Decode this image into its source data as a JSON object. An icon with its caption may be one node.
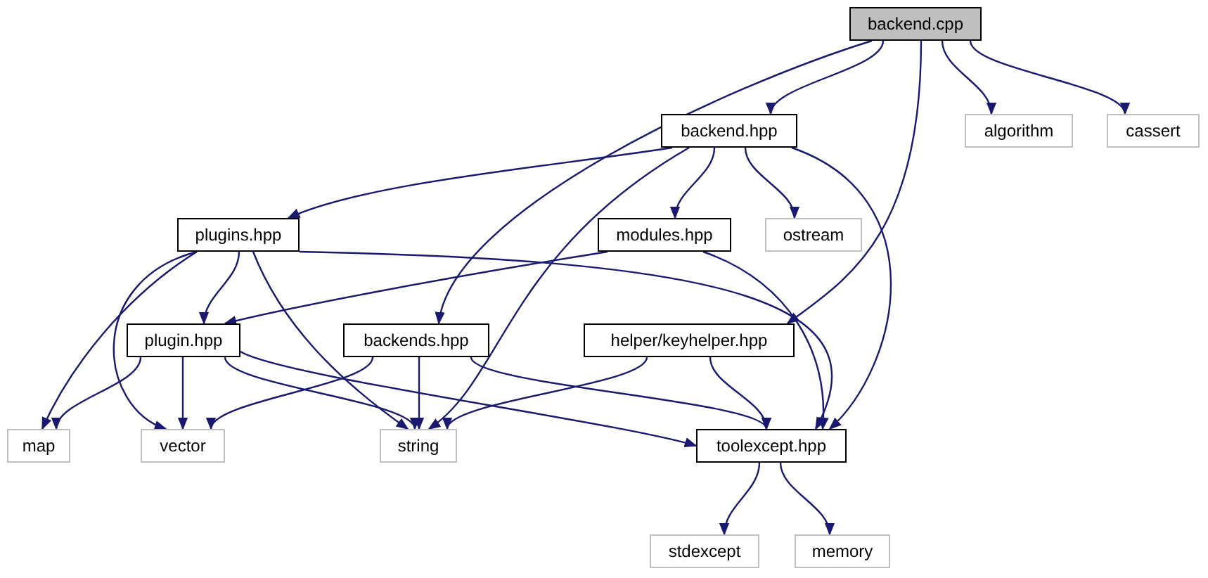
{
  "diagram": {
    "nodes": [
      {
        "text": [
          "backend.cpp"
        ]
      },
      {
        "text": [
          "backend.hpp"
        ]
      },
      {
        "text": [
          "algorithm"
        ]
      },
      {
        "text": [
          "cassert"
        ]
      },
      {
        "text": [
          "plugins.hpp"
        ]
      },
      {
        "text": [
          "modules.hpp"
        ]
      },
      {
        "text": [
          "ostream"
        ]
      },
      {
        "text": [
          "plugin.hpp"
        ]
      },
      {
        "text": [
          "backends.hpp"
        ]
      },
      {
        "text": [
          "helper/keyhelper.hpp"
        ]
      },
      {
        "text": [
          "map"
        ]
      },
      {
        "text": [
          "vector"
        ]
      },
      {
        "text": [
          "string"
        ]
      },
      {
        "text": [
          "toolexcept.hpp"
        ]
      },
      {
        "text": [
          "stdexcept"
        ]
      },
      {
        "text": [
          "memory"
        ]
      }
    ],
    "edges": [
      {
        "from": 0,
        "to": 1,
        "arrow": "to"
      },
      {
        "from": 0,
        "to": 8,
        "arrow": "to"
      },
      {
        "from": 0,
        "to": 9,
        "arrow": "to"
      },
      {
        "from": 0,
        "to": 2,
        "arrow": "to"
      },
      {
        "from": 0,
        "to": 3,
        "arrow": "to"
      },
      {
        "from": 1,
        "to": 4,
        "arrow": "to"
      },
      {
        "from": 1,
        "to": 5,
        "arrow": "to"
      },
      {
        "from": 1,
        "to": 6,
        "arrow": "to"
      },
      {
        "from": 1,
        "to": 12,
        "arrow": "to"
      },
      {
        "from": 1,
        "to": 13,
        "arrow": "to"
      },
      {
        "from": 4,
        "to": 7,
        "arrow": "to"
      },
      {
        "from": 4,
        "to": 10,
        "arrow": "to"
      },
      {
        "from": 4,
        "to": 11,
        "arrow": "to"
      },
      {
        "from": 4,
        "to": 12,
        "arrow": "to"
      },
      {
        "from": 4,
        "to": 13,
        "arrow": "to"
      },
      {
        "from": 5,
        "to": 7,
        "arrow": "to"
      },
      {
        "from": 5,
        "to": 13,
        "arrow": "to"
      },
      {
        "from": 7,
        "to": 10,
        "arrow": "to"
      },
      {
        "from": 7,
        "to": 11,
        "arrow": "to"
      },
      {
        "from": 7,
        "to": 12,
        "arrow": "to"
      },
      {
        "from": 7,
        "to": 13,
        "arrow": "to"
      },
      {
        "from": 8,
        "to": 11,
        "arrow": "to"
      },
      {
        "from": 8,
        "to": 12,
        "arrow": "to"
      },
      {
        "from": 8,
        "to": 13,
        "arrow": "to"
      },
      {
        "from": 9,
        "to": 12,
        "arrow": "to"
      },
      {
        "from": 9,
        "to": 13,
        "arrow": "to"
      },
      {
        "from": 13,
        "to": 14,
        "arrow": "to"
      },
      {
        "from": 13,
        "to": 15,
        "arrow": "to"
      }
    ]
  }
}
